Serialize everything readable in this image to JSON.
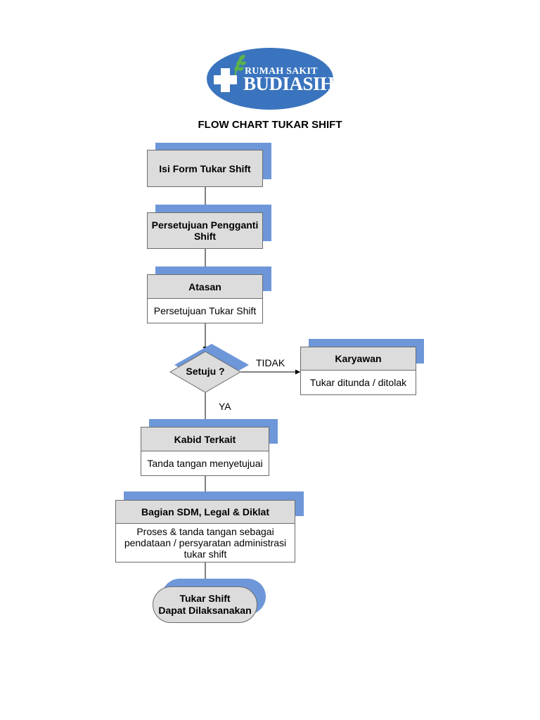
{
  "logo": {
    "line1": "RUMAH SAKIT",
    "line2": "BUDIASIH",
    "colors": {
      "oval": "#3a74be",
      "leaf": "#5ab34a",
      "text": "#ffffff"
    }
  },
  "title": "FLOW CHART TUKAR SHIFT",
  "nodes": {
    "isi_form": {
      "label": "Isi Form Tukar Shift"
    },
    "persetujuan_pengganti": {
      "line1": "Persetujuan Pengganti",
      "line2": "Shift"
    },
    "atasan": {
      "label": "Atasan",
      "detail": "Persetujuan Tukar Shift"
    },
    "setuju": {
      "label": "Setuju ?"
    },
    "karyawan": {
      "label": "Karyawan",
      "detail": "Tukar ditunda / ditolak"
    },
    "kabid": {
      "label": "Kabid Terkait",
      "detail": "Tanda tangan menyetujuai"
    },
    "sdm": {
      "label": "Bagian SDM, Legal & Diklat",
      "detail1": "Proses & tanda tangan sebagai",
      "detail2": "pendataan / persyaratan administrasi",
      "detail3": "tukar shift"
    },
    "end": {
      "line1": "Tukar Shift",
      "line2": "Dapat Dilaksanakan"
    }
  },
  "edges": {
    "no": "TIDAK",
    "yes": "YA"
  },
  "colors": {
    "box_fill": "#dcdcdc",
    "shadow": "#6e97d9",
    "border": "#6b6b6b"
  }
}
